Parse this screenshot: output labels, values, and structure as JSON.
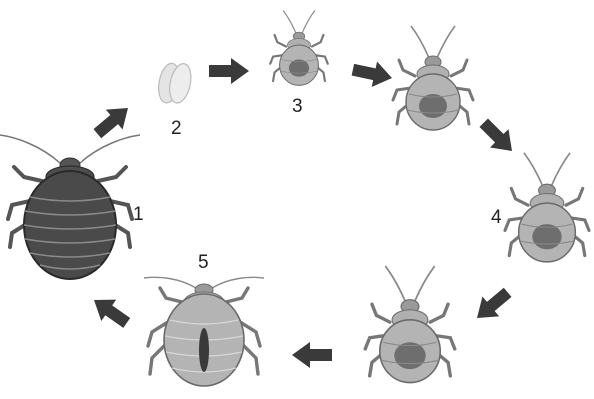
{
  "diagram": {
    "type": "life-cycle",
    "labels": {
      "stage1": "1",
      "stage2": "2",
      "stage3": "3",
      "stage4": "4",
      "stage5": "5"
    },
    "colors": {
      "background": "#ffffff",
      "arrow": "#3a3a3a",
      "adult_body": "#4a4a4a",
      "nymph_body": "#a9a9a9",
      "nymph_band": "#6e6e6e",
      "egg": "#e4e4e4",
      "leg": "#777777"
    },
    "icons": [
      "adult-bug-icon",
      "egg-icon",
      "nymph-icon",
      "arrow-icon"
    ]
  }
}
